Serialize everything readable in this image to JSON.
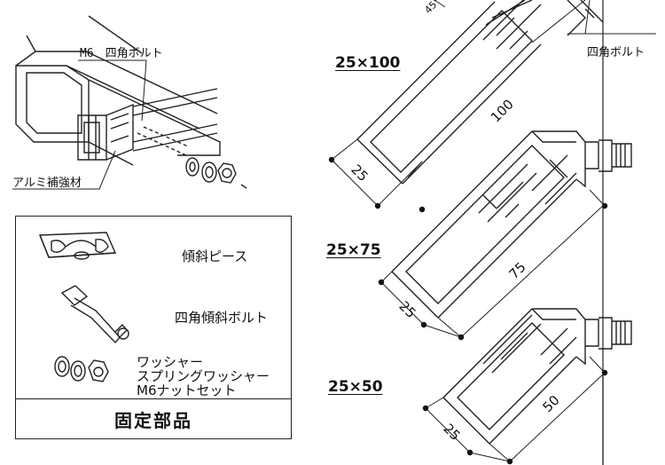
{
  "left_drawing": {
    "bolt_label": "M6　四角ボルト",
    "reinforcement_label": "アルミ補強材"
  },
  "top_labels": {
    "angle": "45°",
    "square_bolt": "四角ボルト"
  },
  "profiles": [
    {
      "size_label": "25×100",
      "width": "25",
      "length": "100"
    },
    {
      "size_label": "25×75",
      "width": "25",
      "length": "75"
    },
    {
      "size_label": "25×50",
      "width": "25",
      "length": "50"
    }
  ],
  "parts": {
    "items": [
      {
        "label": "傾斜ピース"
      },
      {
        "label": "四角傾斜ボルト"
      },
      {
        "line1": "ワッシャー",
        "line2": "スプリングワッシャー",
        "line3": "M6ナットセット"
      }
    ],
    "footer": "固定部品"
  }
}
